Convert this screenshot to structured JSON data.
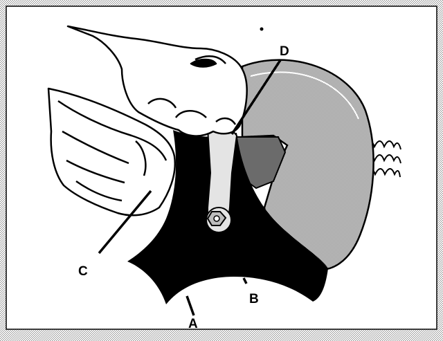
{
  "figure": {
    "callouts": {
      "a": "A",
      "b": "B",
      "c": "C",
      "d": "D"
    },
    "colors": {
      "frame_texture": "#9a9a9a",
      "panel": "#ffffff",
      "ink": "#000000",
      "guard_fill": "#b9b9b9",
      "wheel_dark": "#5a5a5a",
      "wrench_fill": "#e4e4e4"
    },
    "icons": [
      "hand-icon",
      "wrench-icon",
      "blade-icon",
      "wheel-guard-icon",
      "spring-icon"
    ]
  }
}
